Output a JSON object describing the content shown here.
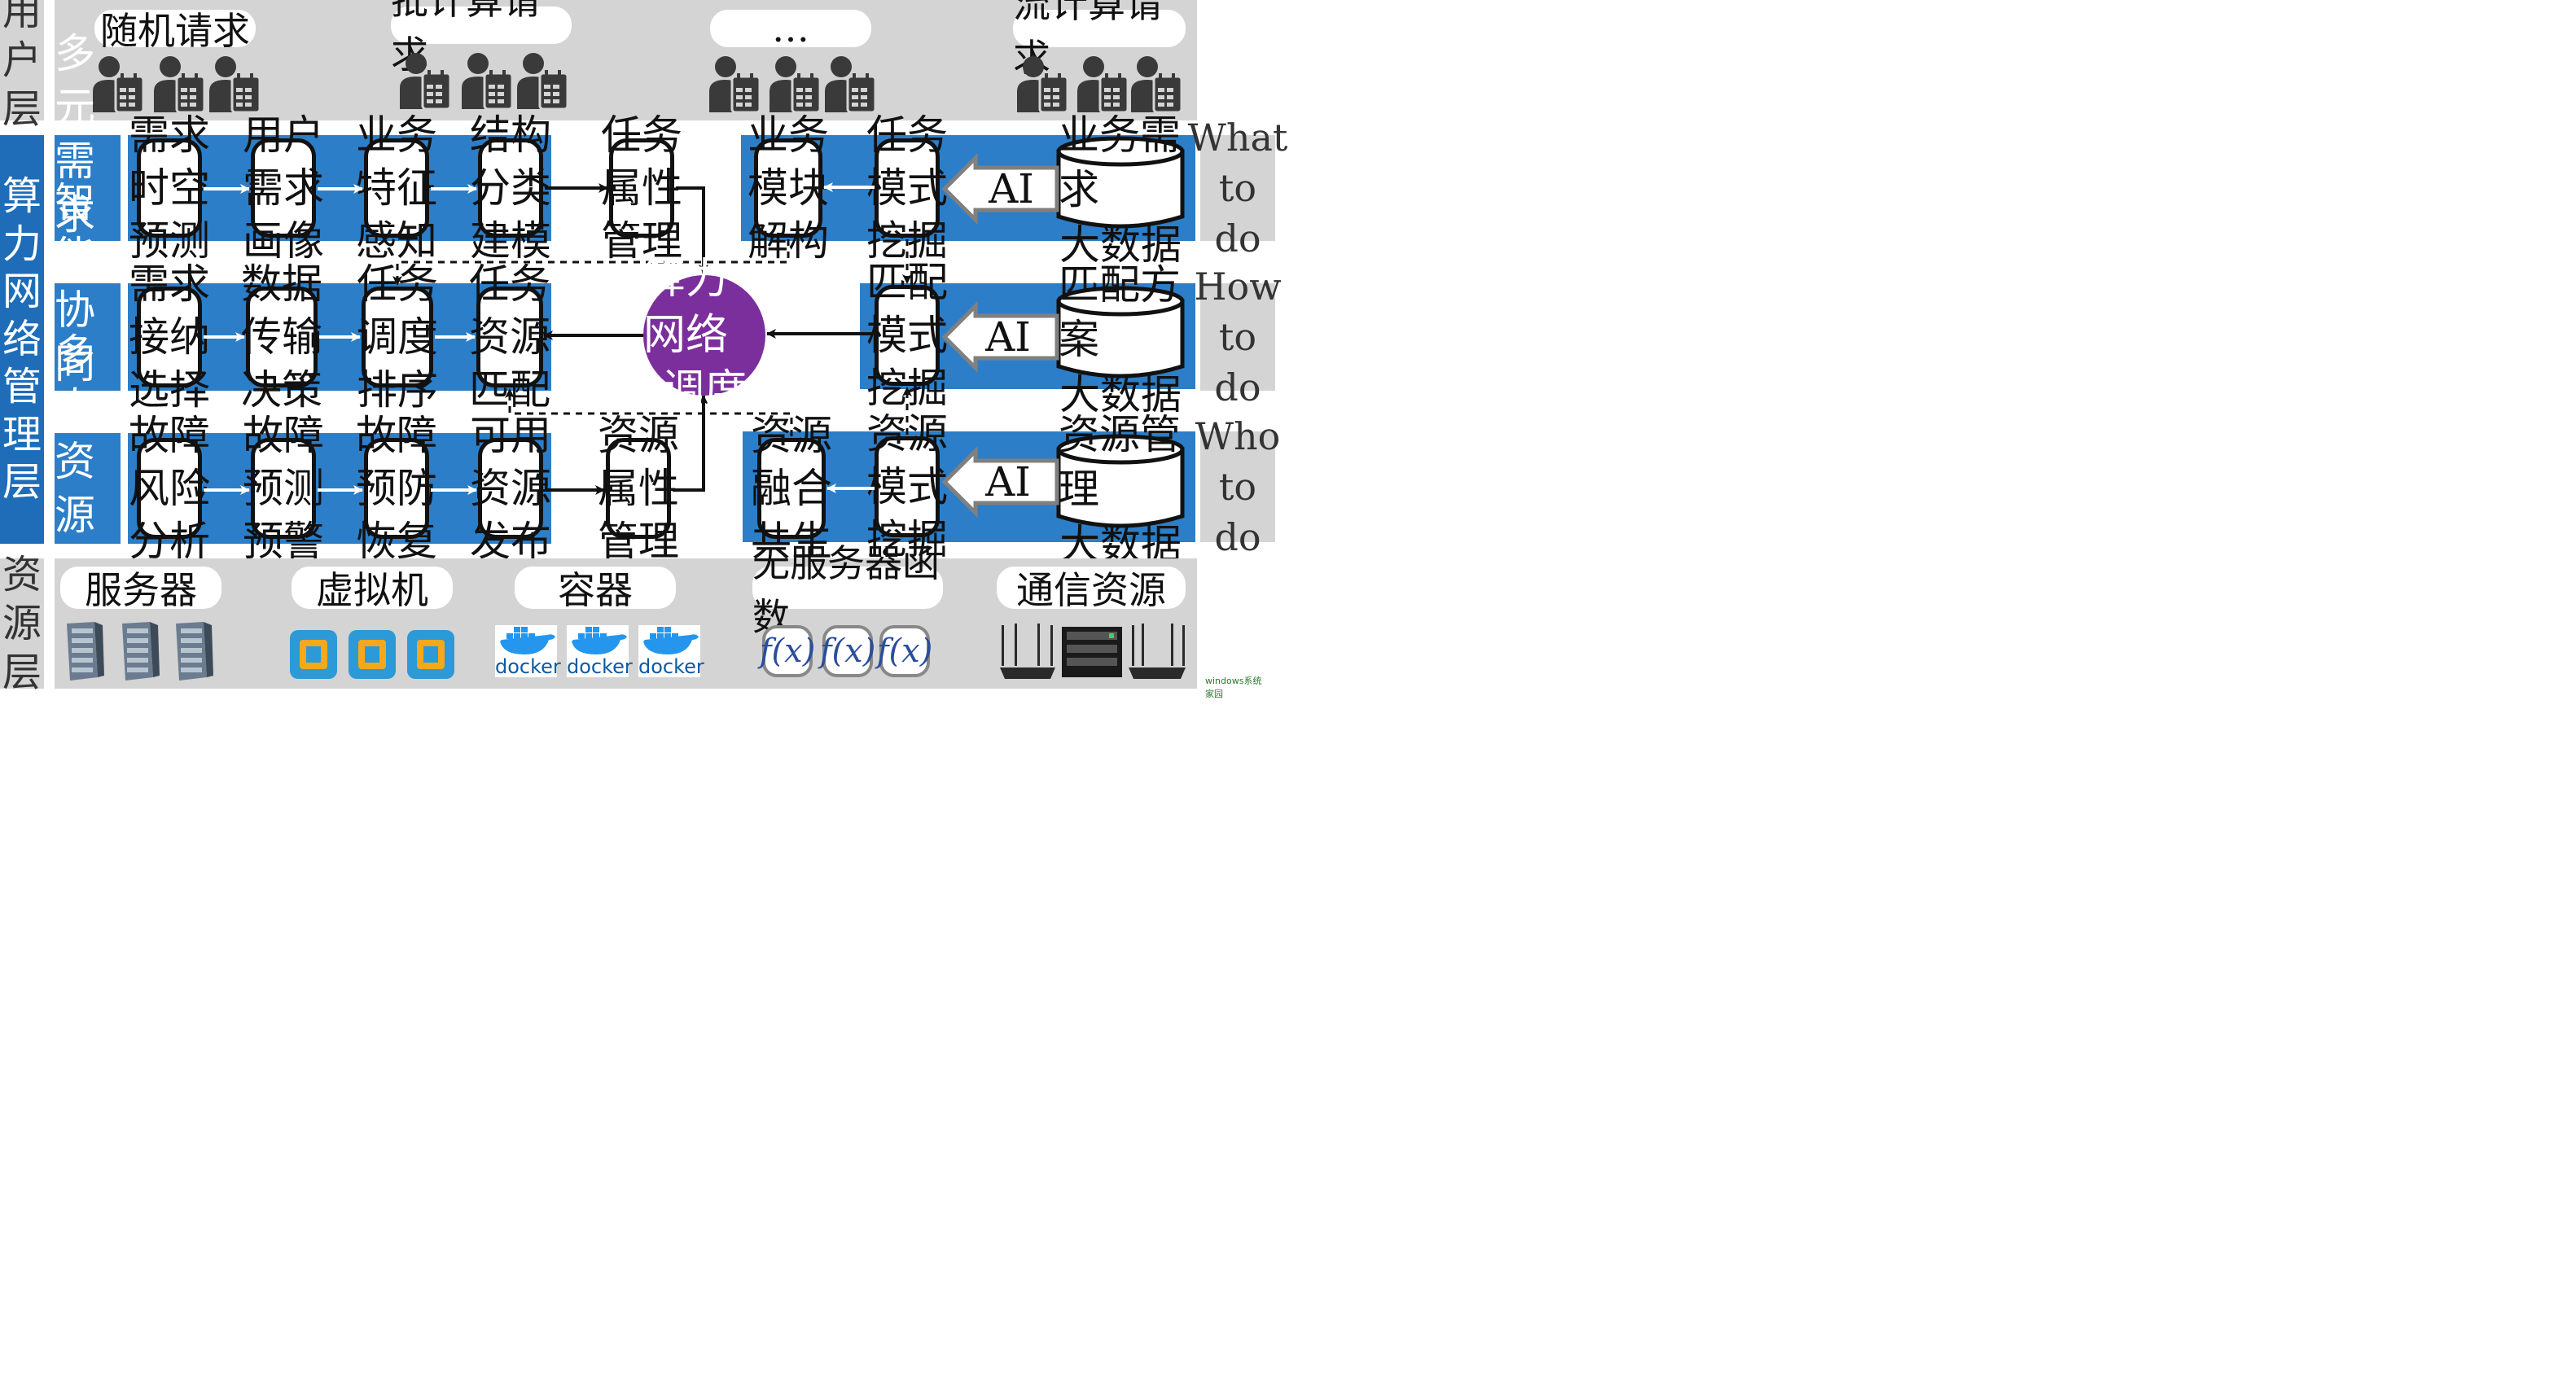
{
  "colors": {
    "grey": "#d4d4d4",
    "blue": "#2c7ec8",
    "purple": "#7b2f9c",
    "icon": "#3a3a3a"
  },
  "layers": {
    "user": "用户层",
    "mgmt": "算力网络管理层",
    "resource": "资源层"
  },
  "user_requests": [
    "随机请求",
    "批计算请求",
    "…",
    "流计算请求"
  ],
  "sub_layers": [
    "多元需求管理",
    "智能协同调度",
    "多态资源管理"
  ],
  "row1_nodes": [
    "需求时空预测",
    "用户需求画像",
    "业务特征感知",
    "结构分类建模",
    "任务属性管理"
  ],
  "row1_right_nodes": [
    "业务模块解构",
    "任务模式挖掘"
  ],
  "row1_db": "业务需求大数据",
  "row2_nodes": [
    "需求接纳选择",
    "数据传输决策",
    "任务调度排序",
    "任务资源匹配"
  ],
  "row2_right_node": "匹配模式挖掘",
  "row2_db": "匹配方案大数据",
  "row3_nodes": [
    "故障风险分析",
    "故障预测预警",
    "故障预防恢复",
    "可用资源发布",
    "资源属性管理"
  ],
  "row3_right_nodes": [
    "资源融合共生",
    "资源模式挖掘"
  ],
  "row3_db": "资源管理大数据",
  "ai_label": "AI",
  "center": "算力网络调度",
  "side_labels": [
    "What to do",
    "How to do",
    "Who to do"
  ],
  "resource_types": [
    "服务器",
    "虚拟机",
    "容器",
    "无服务器函数",
    "通信资源"
  ],
  "resource_icons": [
    "server-icon",
    "virtual-machine-icon",
    "docker-icon",
    "function-icon",
    "router-icon"
  ],
  "docker_text": "docker",
  "fx_text": "f(x)",
  "watermark": "windows系统家园"
}
